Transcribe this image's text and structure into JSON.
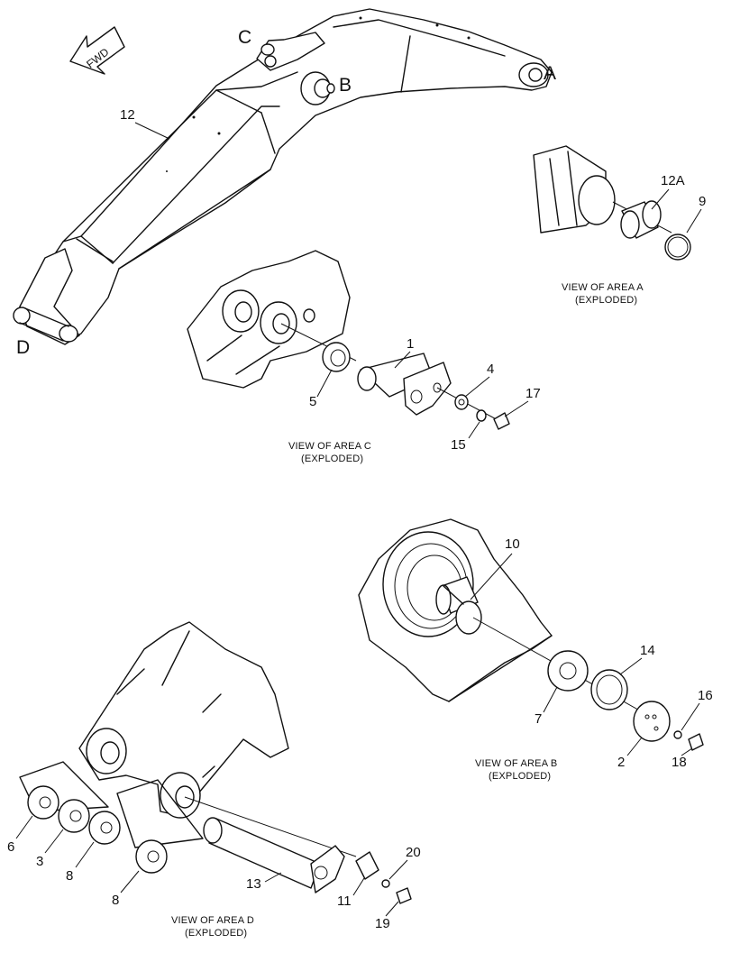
{
  "direction_indicator": "FWD",
  "area_letters": {
    "a": "A",
    "b": "B",
    "c": "C",
    "d": "D"
  },
  "callouts": {
    "p1": "1",
    "p2": "2",
    "p3": "3",
    "p4": "4",
    "p5": "5",
    "p6": "6",
    "p7": "7",
    "p8a": "8",
    "p8b": "8",
    "p9": "9",
    "p10": "10",
    "p11": "11",
    "p12": "12",
    "p12a": "12A",
    "p13": "13",
    "p14": "14",
    "p15": "15",
    "p16": "16",
    "p17": "17",
    "p18": "18",
    "p19": "19",
    "p20": "20"
  },
  "views": {
    "a": {
      "line1": "VIEW OF AREA  A",
      "line2": "(EXPLODED)"
    },
    "b": {
      "line1": "VIEW OF AREA B",
      "line2": "(EXPLODED)"
    },
    "c": {
      "line1": "VIEW OF AREA C",
      "line2": "(EXPLODED)"
    },
    "d": {
      "line1": "VIEW OF AREA D",
      "line2": "(EXPLODED)"
    }
  }
}
